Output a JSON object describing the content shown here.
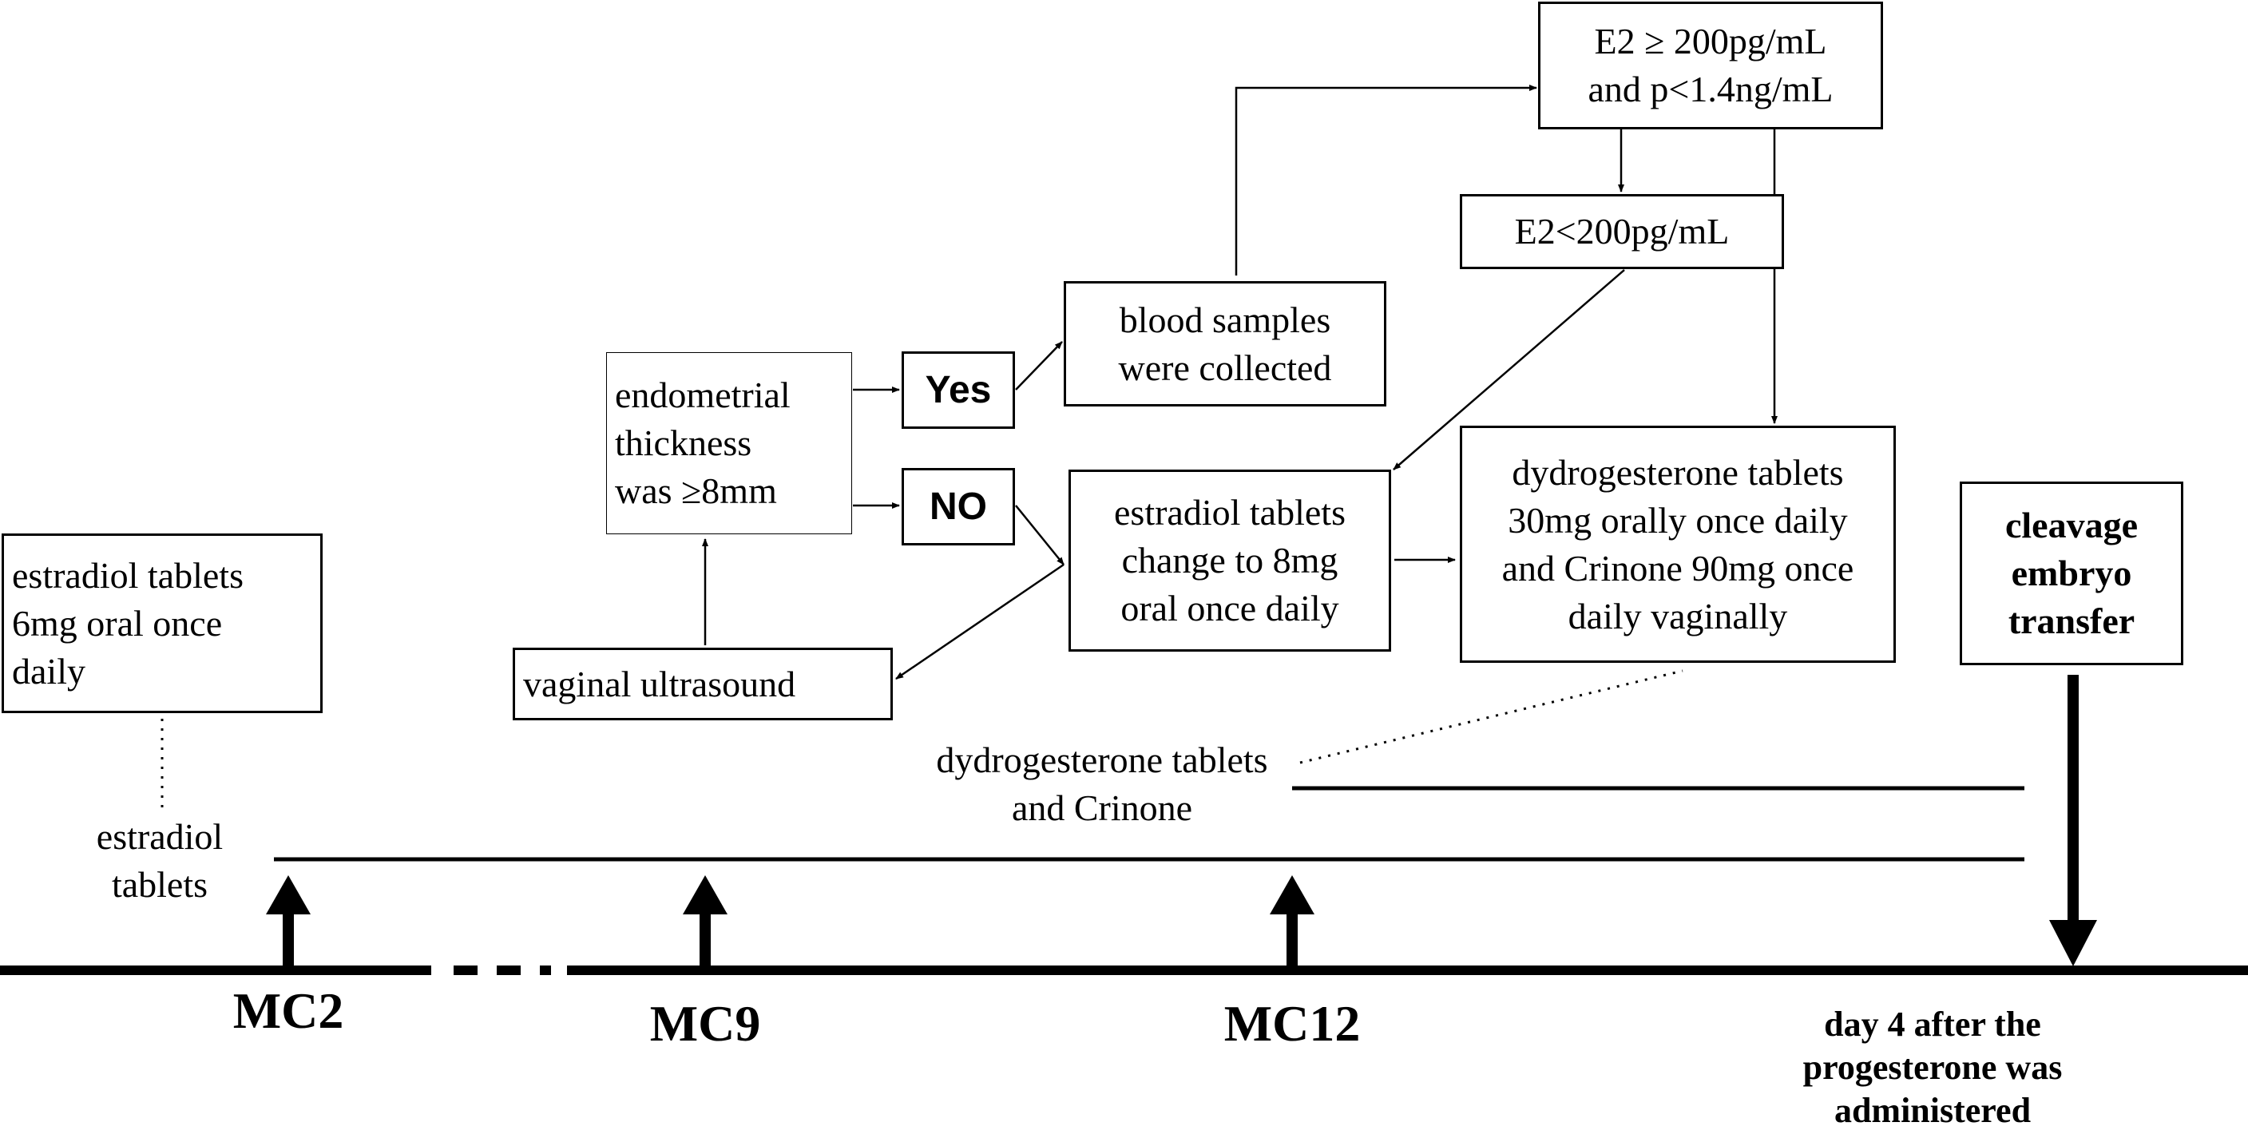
{
  "boxes": {
    "estradiol_6mg": "estradiol tablets\n6mg oral once\ndaily",
    "endometrial": "endometrial\nthickness\nwas ≥8mm",
    "yes": "Yes",
    "no": "NO",
    "blood_samples": "blood samples\nwere collected",
    "e2_high": "E2 ≥ 200pg/mL\nand p<1.4ng/mL",
    "e2_low": "E2<200pg/mL",
    "estradiol_8mg": "estradiol tablets\nchange to 8mg\noral once daily",
    "dydrogesterone": "dydrogesterone tablets\n30mg orally once daily\nand Crinone 90mg once\ndaily vaginally",
    "vaginal_us": "vaginal ultrasound",
    "transfer": "cleavage\nembryo\ntransfer"
  },
  "labels": {
    "estradiol_tablets": "estradiol\ntablets",
    "dydro_crinone": "dydrogesterone tablets\nand Crinone"
  },
  "timeline": {
    "mc2": "MC2",
    "mc9": "MC9",
    "mc12": "MC12",
    "day4": "day 4 after the\nprogesterone was\nadministered"
  }
}
